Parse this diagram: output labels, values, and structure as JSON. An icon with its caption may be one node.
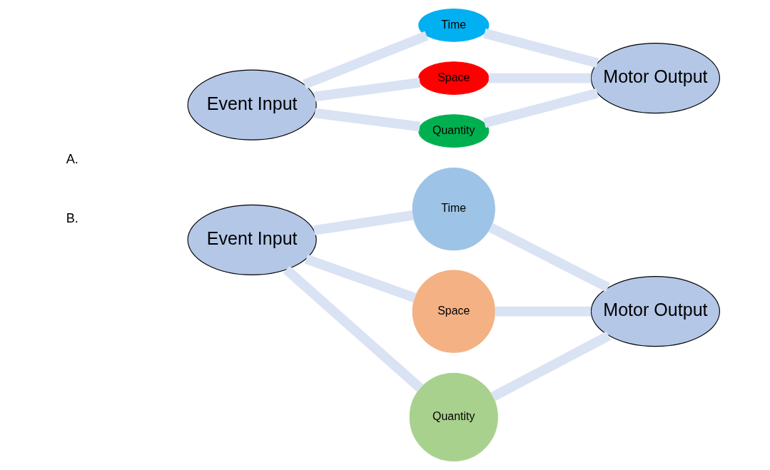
{
  "diagram": {
    "nodes": [
      {
        "text": [
          "Event Input"
        ]
      },
      {
        "text": [
          "Time"
        ]
      },
      {
        "text": [
          "Space"
        ]
      },
      {
        "text": [
          "Quantity"
        ]
      },
      {
        "text": [
          "Motor Output"
        ]
      },
      {
        "text": [
          "Event Input"
        ]
      },
      {
        "text": [
          "Time"
        ]
      },
      {
        "text": [
          "Space"
        ]
      },
      {
        "text": [
          "Quantity"
        ]
      },
      {
        "text": [
          "Motor Output"
        ]
      }
    ],
    "edges": [
      {
        "from": 0,
        "to": 1,
        "arrow": "none"
      },
      {
        "from": 1,
        "to": 4,
        "arrow": "none"
      },
      {
        "from": 0,
        "to": 2,
        "arrow": "none"
      },
      {
        "from": 2,
        "to": 4,
        "arrow": "none"
      },
      {
        "from": 0,
        "to": 3,
        "arrow": "none"
      },
      {
        "from": 3,
        "to": 4,
        "arrow": "none"
      },
      {
        "from": 5,
        "to": 6,
        "arrow": "none"
      },
      {
        "from": 6,
        "to": 9,
        "arrow": "none"
      },
      {
        "from": 5,
        "to": 7,
        "arrow": "none"
      },
      {
        "from": 7,
        "to": 9,
        "arrow": "none"
      },
      {
        "from": 5,
        "to": 8,
        "arrow": "none"
      },
      {
        "from": 8,
        "to": 9,
        "arrow": "none"
      }
    ],
    "labels": [
      "A.",
      "B."
    ]
  }
}
